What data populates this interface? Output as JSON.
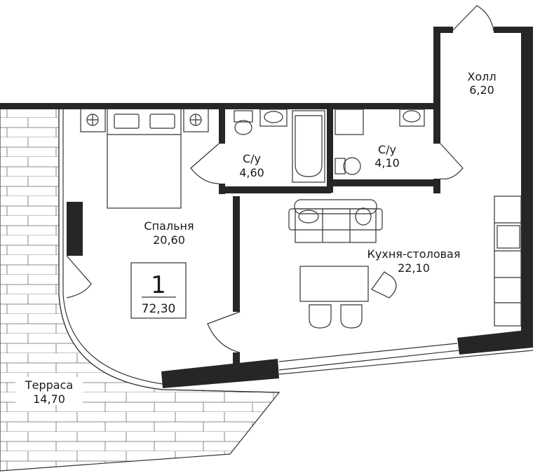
{
  "plan": {
    "rooms_count": "1",
    "total_area": "72,30",
    "rooms": [
      {
        "name": "Холл",
        "area": "6,20"
      },
      {
        "name": "С/у",
        "area": "4,60"
      },
      {
        "name": "С/у",
        "area": "4,10"
      },
      {
        "name": "Спальня",
        "area": "20,60"
      },
      {
        "name": "Кухня-столовая",
        "area": "22,10"
      },
      {
        "name": "Терраса",
        "area": "14,70"
      }
    ],
    "colors": {
      "wall": "#262626",
      "line": "#333333",
      "background": "#ffffff"
    }
  }
}
